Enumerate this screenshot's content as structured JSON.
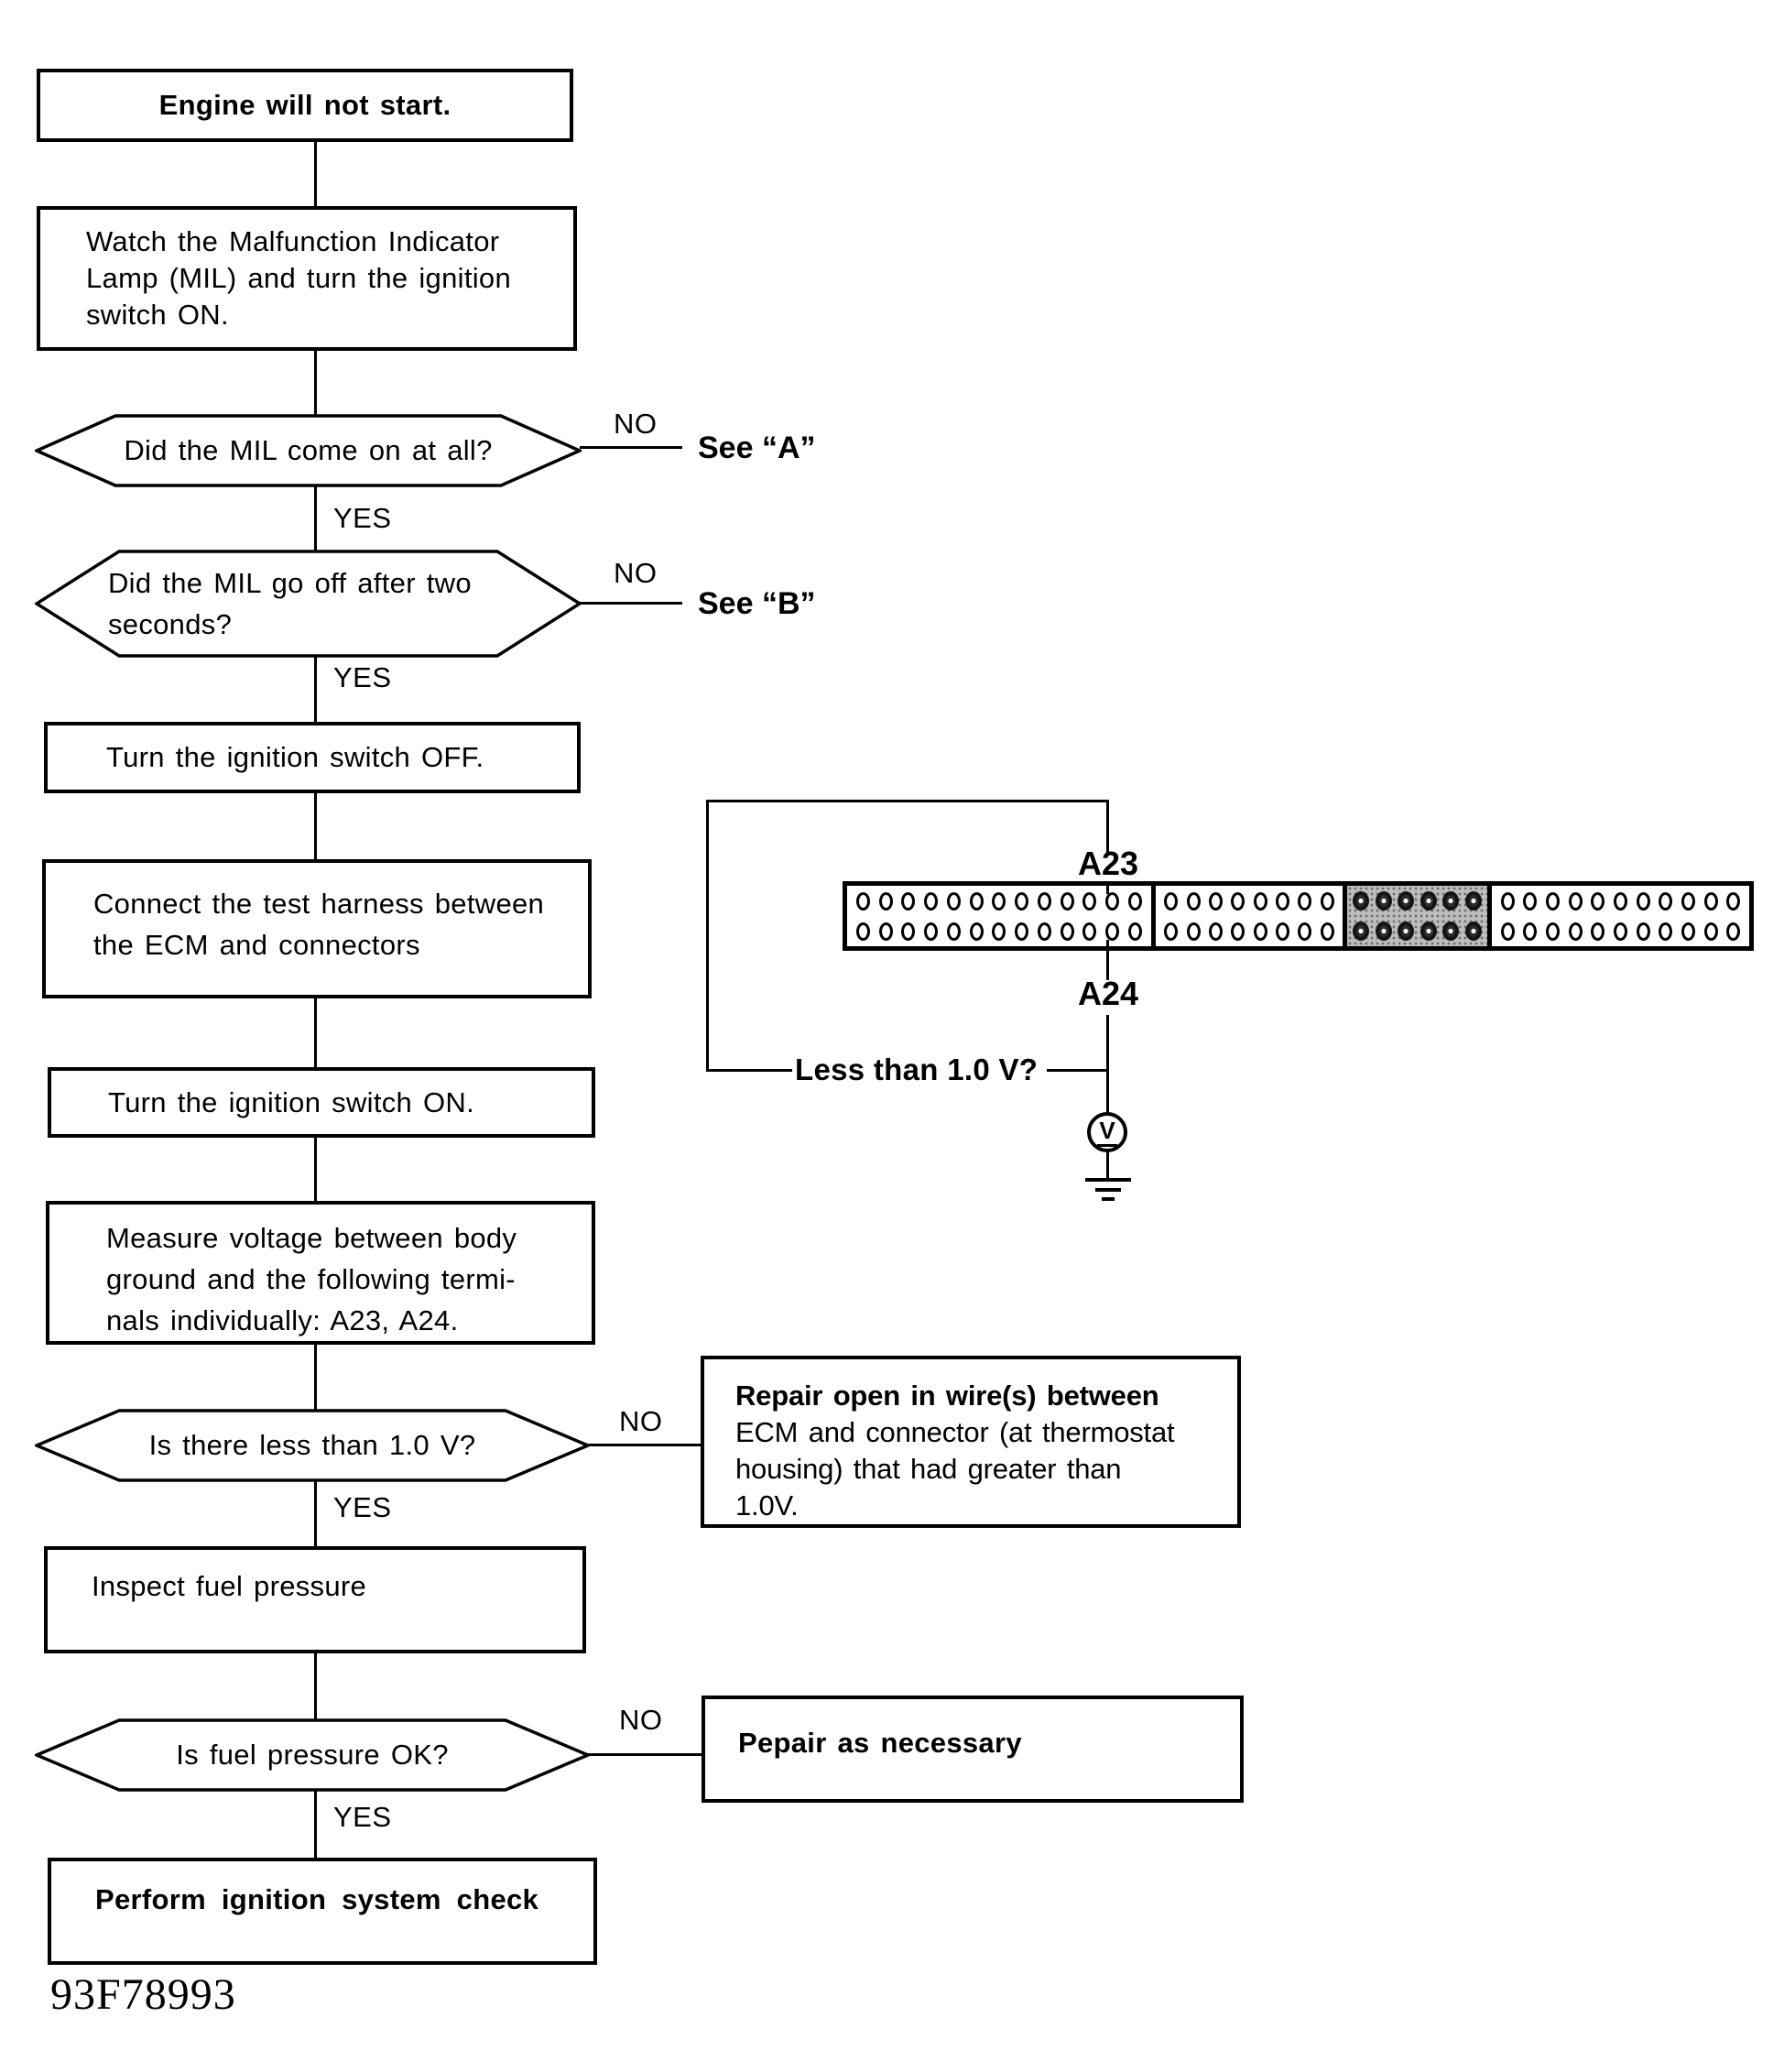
{
  "page": {
    "caption": "93F78993"
  },
  "labels": {
    "yes": "YES",
    "no": "NO"
  },
  "flow": {
    "engine_start": {
      "text": "Engine will not start."
    },
    "watch_mil": {
      "lines": [
        "Watch the Malfunction Indicator",
        "Lamp (MIL) and turn the ignition",
        "switch ON."
      ]
    },
    "mil_come_on": {
      "text": "Did the MIL come on at all?",
      "no_ref": "See “A”"
    },
    "mil_go_off": {
      "lines": [
        "Did the MIL go off after two",
        "seconds?"
      ],
      "no_ref": "See “B”"
    },
    "ignition_off": {
      "text": "Turn the ignition switch OFF."
    },
    "connect_harness": {
      "lines": [
        "Connect the test harness between",
        "the ECM and connectors"
      ]
    },
    "ignition_on": {
      "text": "Turn the ignition switch ON."
    },
    "measure_voltage": {
      "lines": [
        "Measure voltage between body",
        "ground and the following termi-",
        "nals individually: A23, A24."
      ]
    },
    "less_than_1v": {
      "text": "Is there less than 1.0 V?"
    },
    "repair_open": {
      "lines": [
        "Repair open in wire(s) between",
        "ECM and connector (at thermostat",
        "housing) that had greater than",
        "1.0V."
      ]
    },
    "inspect_fuel": {
      "text": "Inspect fuel pressure"
    },
    "fuel_ok": {
      "text": "Is fuel pressure OK?"
    },
    "repair_necessary": {
      "text": "Pepair as necessary"
    },
    "ignition_check": {
      "text": "Perform ignition system check"
    }
  },
  "connector": {
    "terminal_top": "A23",
    "terminal_bottom": "A24",
    "question": "Less than 1.0 V?",
    "meter": "V",
    "segments": [
      {
        "pins_per_row": 13,
        "rows": 2,
        "shaded": false
      },
      {
        "pins_per_row": 8,
        "rows": 2,
        "shaded": false
      },
      {
        "pins_per_row": 6,
        "rows": 2,
        "shaded": true
      },
      {
        "pins_per_row": 11,
        "rows": 2,
        "shaded": false
      }
    ]
  },
  "colors": {
    "ink": "#000000",
    "paper": "#ffffff",
    "shade": "#bdbdbd"
  }
}
